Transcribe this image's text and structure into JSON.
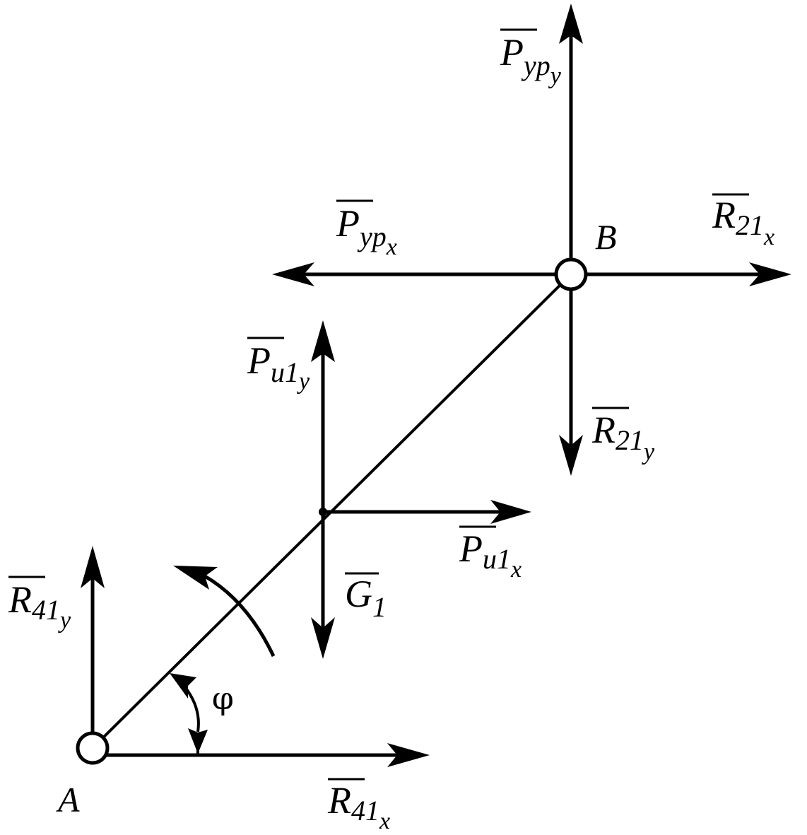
{
  "diagram": {
    "colors": {
      "ink": "#000000",
      "background": "#ffffff"
    },
    "points": {
      "A": "A",
      "B": "B"
    },
    "angle": "φ",
    "forces": {
      "P_yp_y": {
        "main": "P",
        "sub": "yp",
        "subsub": "y"
      },
      "P_yp_x": {
        "main": "P",
        "sub": "yp",
        "subsub": "x"
      },
      "R21_x": {
        "main": "R",
        "sub": "21",
        "subsub": "x"
      },
      "R21_y": {
        "main": "R",
        "sub": "21",
        "subsub": "y"
      },
      "Pu1_y": {
        "main": "P",
        "sub": "u1",
        "subsub": "y"
      },
      "Pu1_x": {
        "main": "P",
        "sub": "u1",
        "subsub": "x"
      },
      "G1": {
        "main": "G",
        "sub": "1"
      },
      "R41_y": {
        "main": "R",
        "sub": "41",
        "subsub": "y"
      },
      "R41_x": {
        "main": "R",
        "sub": "41",
        "subsub": "x"
      }
    }
  }
}
